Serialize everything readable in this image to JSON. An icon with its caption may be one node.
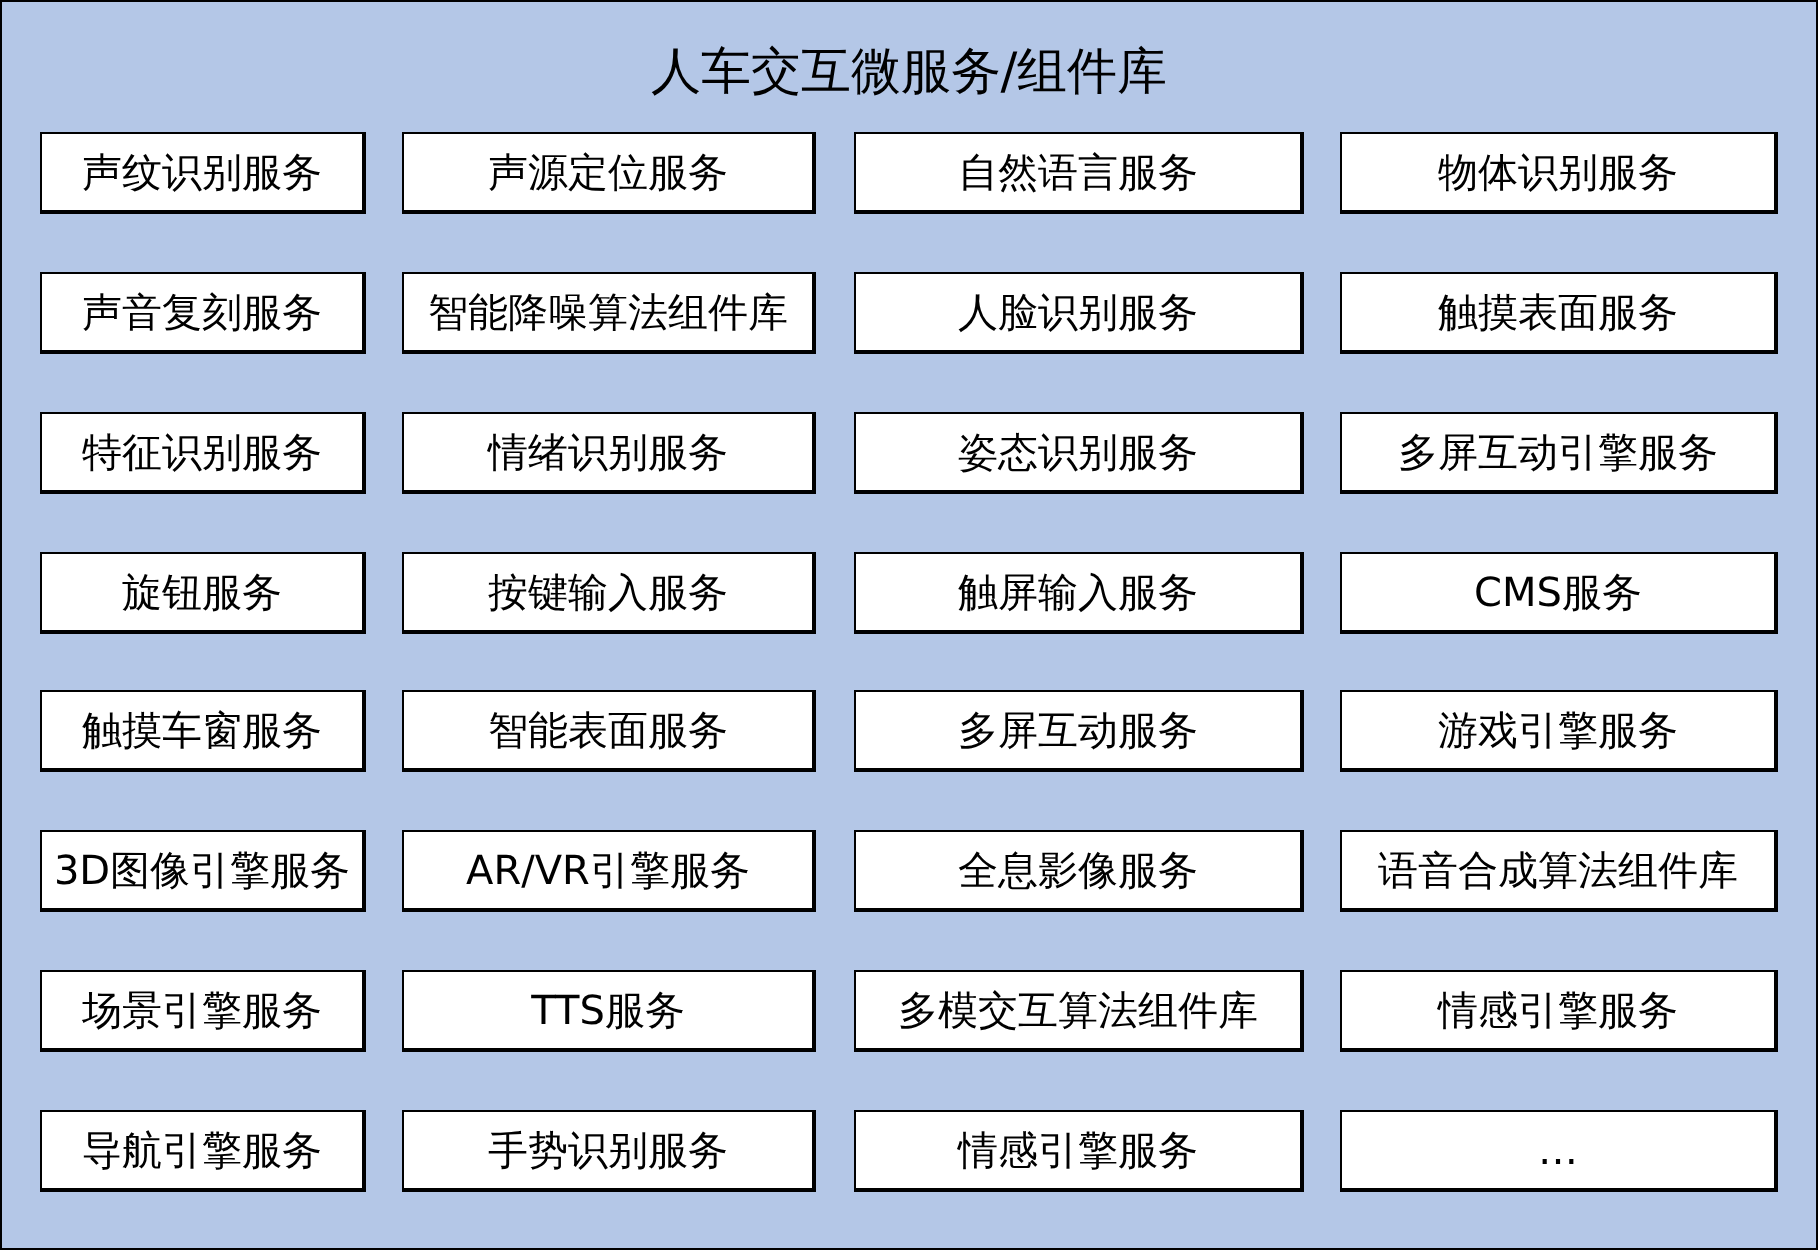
{
  "diagram": {
    "nodes": [
      {
        "text": [
          "人车交互微服务/组件库"
        ]
      },
      {
        "text": [
          "声纹识别服务"
        ],
        "in": 0
      },
      {
        "text": [
          "声源定位服务"
        ],
        "in": 0
      },
      {
        "text": [
          "自然语言服务"
        ],
        "in": 0
      },
      {
        "text": [
          "物体识别服务"
        ],
        "in": 0
      },
      {
        "text": [
          "声音复刻服务"
        ],
        "in": 0
      },
      {
        "text": [
          "智能降噪算法组件库"
        ],
        "in": 0
      },
      {
        "text": [
          "人脸识别服务"
        ],
        "in": 0
      },
      {
        "text": [
          "触摸表面服务"
        ],
        "in": 0
      },
      {
        "text": [
          "特征识别服务"
        ],
        "in": 0
      },
      {
        "text": [
          "情绪识别服务"
        ],
        "in": 0
      },
      {
        "text": [
          "姿态识别服务"
        ],
        "in": 0
      },
      {
        "text": [
          "多屏互动引擎服务"
        ],
        "in": 0
      },
      {
        "text": [
          "旋钮服务"
        ],
        "in": 0
      },
      {
        "text": [
          "按键输入服务"
        ],
        "in": 0
      },
      {
        "text": [
          "触屏输入服务"
        ],
        "in": 0
      },
      {
        "text": [
          "CMS服务"
        ],
        "in": 0
      },
      {
        "text": [
          "触摸车窗服务"
        ],
        "in": 0
      },
      {
        "text": [
          "智能表面服务"
        ],
        "in": 0
      },
      {
        "text": [
          "多屏互动服务"
        ],
        "in": 0
      },
      {
        "text": [
          "游戏引擎服务"
        ],
        "in": 0
      },
      {
        "text": [
          "3D图像引擎服务"
        ],
        "in": 0
      },
      {
        "text": [
          "AR/VR引擎服务"
        ],
        "in": 0
      },
      {
        "text": [
          "全息影像服务"
        ],
        "in": 0
      },
      {
        "text": [
          "语音合成算法组件库"
        ],
        "in": 0
      },
      {
        "text": [
          "场景引擎服务"
        ],
        "in": 0
      },
      {
        "text": [
          "TTS服务"
        ],
        "in": 0
      },
      {
        "text": [
          "多模交互算法组件库"
        ],
        "in": 0
      },
      {
        "text": [
          "情感引擎服务"
        ],
        "in": 0
      },
      {
        "text": [
          "导航引擎服务"
        ],
        "in": 0
      },
      {
        "text": [
          "手势识别服务"
        ],
        "in": 0
      },
      {
        "text": [
          "情感引擎服务"
        ],
        "in": 0
      },
      {
        "text": [
          "…"
        ],
        "in": 0
      }
    ]
  }
}
